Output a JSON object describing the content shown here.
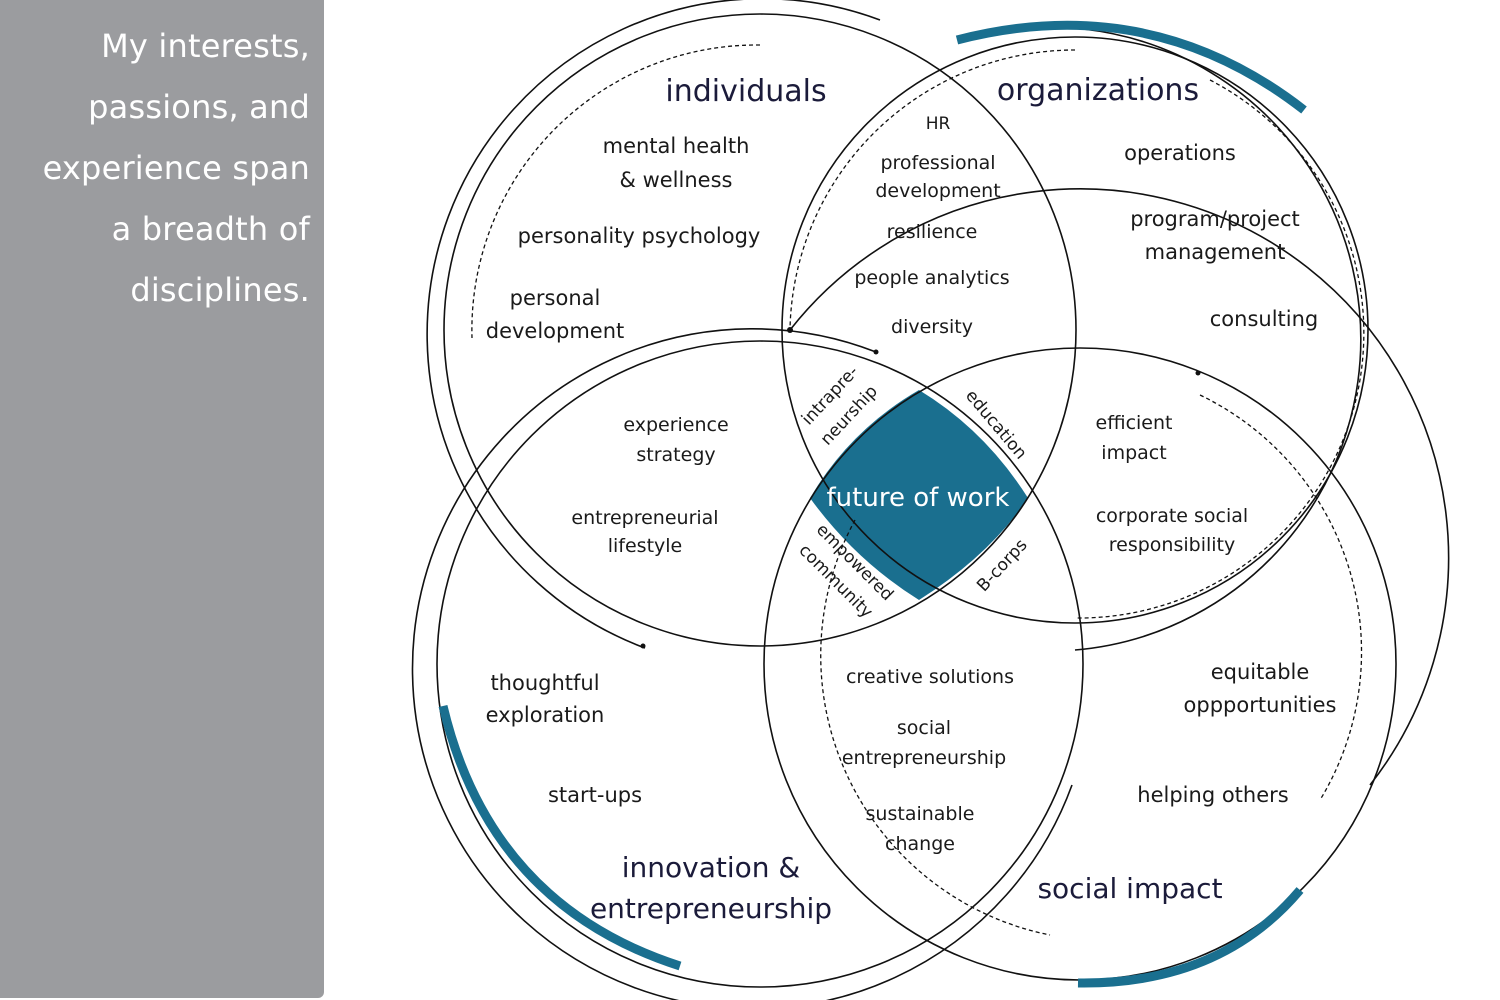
{
  "intro": {
    "lines": [
      "My interests,",
      "passions, and",
      "experience span",
      "a breadth of",
      "disciplines."
    ]
  },
  "colors": {
    "sidebar": "#9b9c9f",
    "accent": "#1a6f8f",
    "heading": "#1b1b3a"
  },
  "circles": {
    "individuals": {
      "heading": "individuals",
      "items": [
        "mental health",
        "& wellness",
        "personality psychology",
        "personal",
        "development"
      ]
    },
    "organizations": {
      "heading": "organizations",
      "items": [
        "operations",
        "program/project",
        "management",
        "consulting"
      ]
    },
    "innovation": {
      "heading_line1": "innovation &",
      "heading_line2": "entrepreneurship",
      "items": [
        "thoughtful",
        "exploration",
        "start-ups"
      ]
    },
    "social": {
      "heading": "social impact",
      "items": [
        "equitable",
        "oppportunities",
        "helping others"
      ]
    }
  },
  "overlaps": {
    "individuals_organizations": [
      "HR",
      "professional",
      "development",
      "resilience",
      "people analytics",
      "diversity"
    ],
    "individuals_innovation": [
      "experience",
      "strategy",
      "entrepreneurial",
      "lifestyle"
    ],
    "organizations_social": [
      "efficient",
      "impact",
      "corporate social",
      "responsibility"
    ],
    "innovation_social": [
      "creative solutions",
      "social",
      "entrepreneurship",
      "sustainable",
      "change"
    ],
    "triple_top_left": [
      "intrapre-",
      "neurship"
    ],
    "triple_top_right": "education",
    "triple_bottom_left": [
      "empowered",
      "community"
    ],
    "triple_bottom_right": "B-corps"
  },
  "center": {
    "label": "future of work"
  }
}
